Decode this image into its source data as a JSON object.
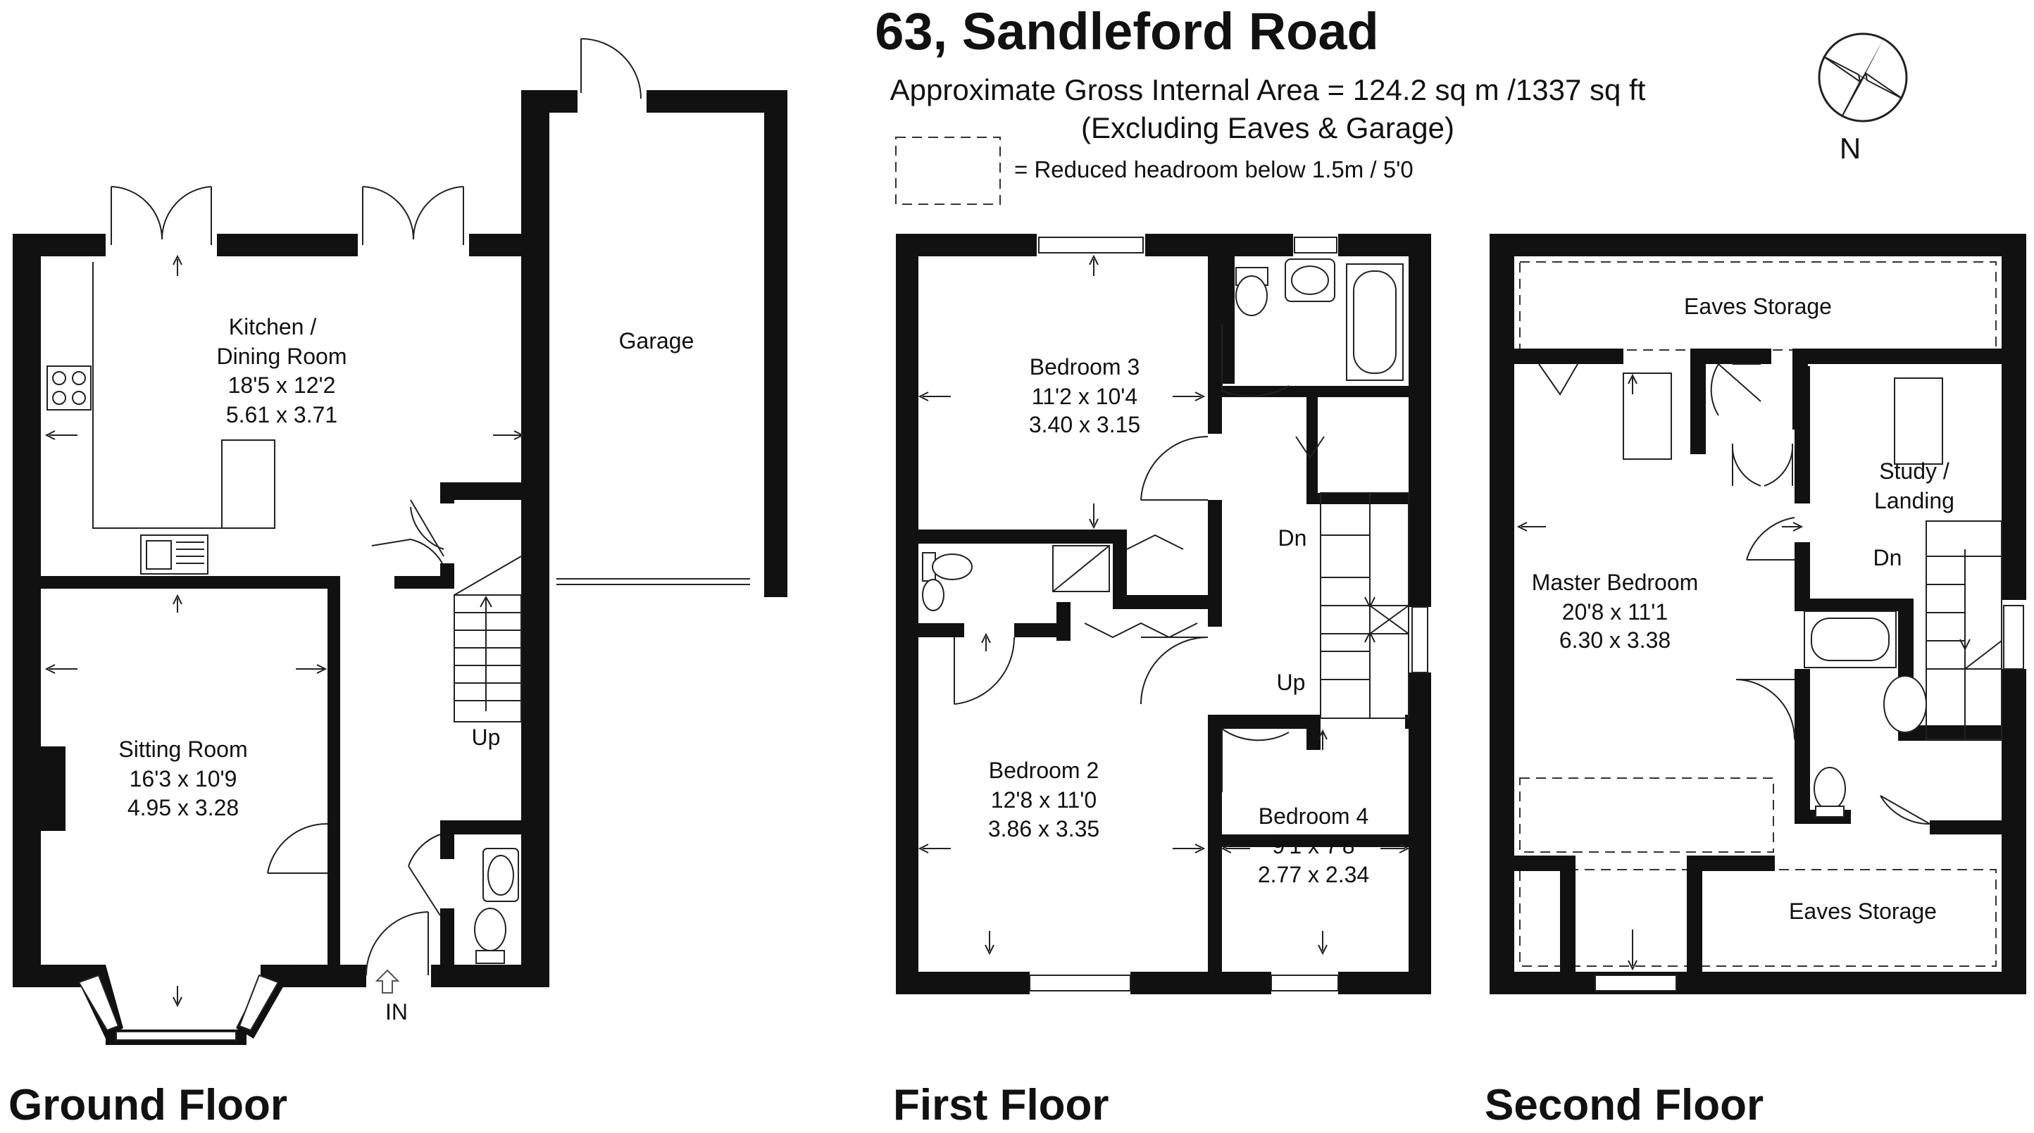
{
  "title": "63, Sandleford Road",
  "area_line": "Approximate Gross Internal Area = 124.2 sq m /1337 sq ft",
  "exclusion_line": "(Excluding  Eaves & Garage)",
  "legend_text": "= Reduced headroom below 1.5m / 5'0",
  "compass_label": "N",
  "floors": {
    "ground": {
      "name": "Ground Floor",
      "rooms": {
        "kitchen": {
          "name1": "Kitchen /",
          "name2": "Dining Room",
          "imperial": "18'5 x 12'2",
          "metric": "5.61 x 3.71"
        },
        "garage": {
          "name": "Garage"
        },
        "sitting": {
          "name": "Sitting Room",
          "imperial": "16'3 x 10'9",
          "metric": "4.95 x 3.28"
        }
      },
      "stairs_label": "Up",
      "entrance_label": "IN"
    },
    "first": {
      "name": "First Floor",
      "rooms": {
        "bed3": {
          "name": "Bedroom 3",
          "imperial": "11'2 x 10'4",
          "metric": "3.40 x 3.15"
        },
        "bed2": {
          "name": "Bedroom 2",
          "imperial": "12'8 x 11'0",
          "metric": "3.86 x 3.35"
        },
        "bed4": {
          "name": "Bedroom 4",
          "imperial": "9'1 x 7'8",
          "metric": "2.77 x 2.34"
        }
      },
      "stairs_down": "Dn",
      "stairs_up": "Up"
    },
    "second": {
      "name": "Second Floor",
      "rooms": {
        "eaves_top": {
          "name": "Eaves Storage"
        },
        "study": {
          "name1": "Study /",
          "name2": "Landing"
        },
        "master": {
          "name": "Master Bedroom",
          "imperial": "20'8 x 11'1",
          "metric": "6.30 x 3.38"
        },
        "eaves_bottom": {
          "name": "Eaves Storage"
        }
      },
      "stairs_down": "Dn"
    }
  }
}
